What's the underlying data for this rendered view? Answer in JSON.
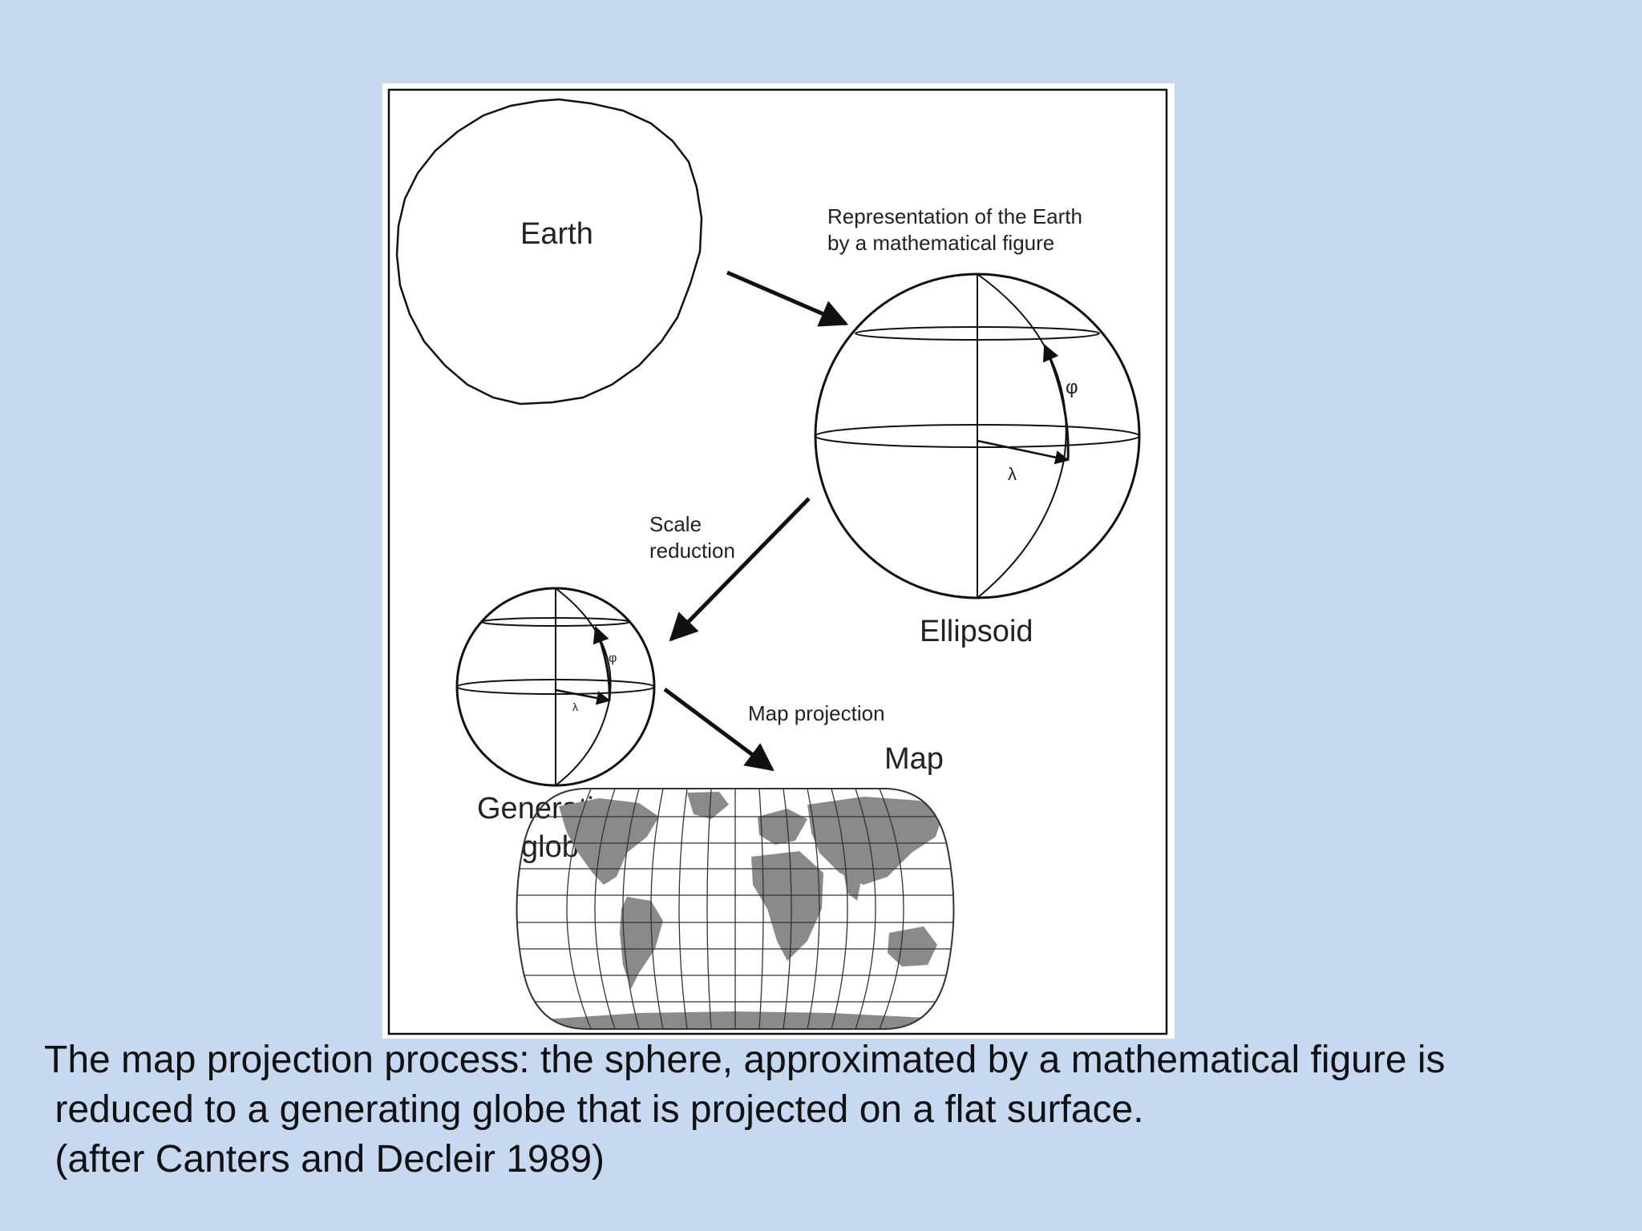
{
  "diagram": {
    "labels": {
      "earth": "Earth",
      "representation_line1": "Representation of the Earth",
      "representation_line2": "by a mathematical figure",
      "ellipsoid": "Ellipsoid",
      "scale_line1": "Scale",
      "scale_line2": "reduction",
      "generating_line1": "Generating",
      "generating_line2": "globe",
      "map_projection": "Map projection",
      "map": "Map",
      "phi_symbol": "φ",
      "lambda_symbol": "λ"
    },
    "colors": {
      "background": "#c6d9f0",
      "panel": "#ffffff",
      "line": "#111111",
      "land": "#8a8a8a"
    }
  },
  "caption": {
    "line1": "The map projection process: the sphere, approximated by a mathematical figure is",
    "line2": " reduced to a generating globe that is projected on a flat surface.",
    "line3": " (after Canters and Decleir 1989)"
  }
}
